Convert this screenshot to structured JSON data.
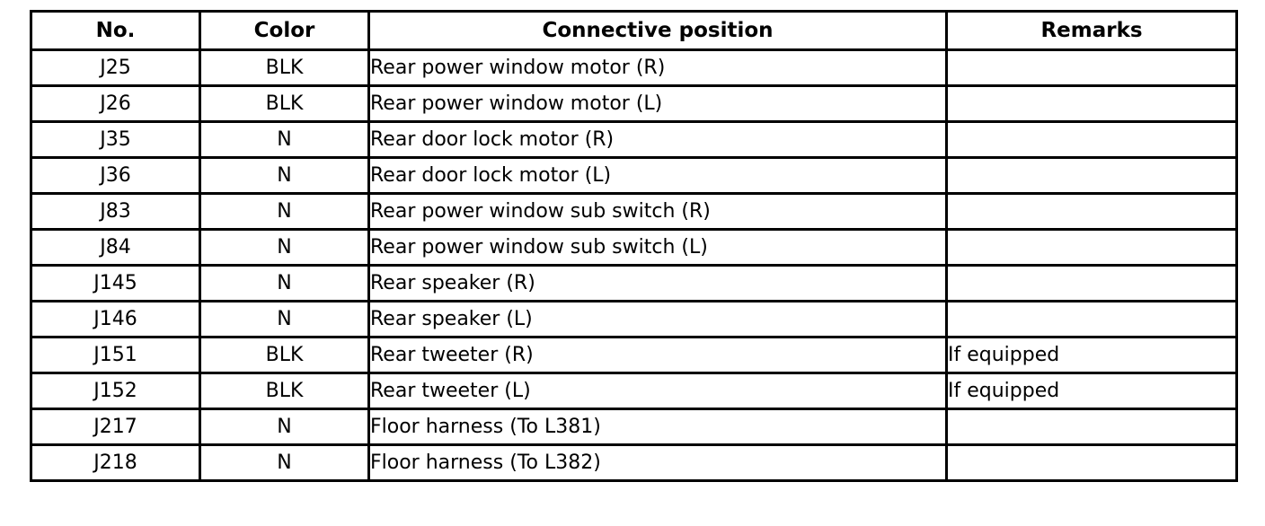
{
  "table": {
    "name": "connector-list",
    "columns": [
      {
        "key": "no",
        "label": "No."
      },
      {
        "key": "color",
        "label": "Color"
      },
      {
        "key": "pos",
        "label": "Connective position"
      },
      {
        "key": "remarks",
        "label": "Remarks"
      }
    ],
    "rows": [
      {
        "no": "J25",
        "color": "BLK",
        "pos": "Rear power window motor (R)",
        "remarks": ""
      },
      {
        "no": "J26",
        "color": "BLK",
        "pos": "Rear power window motor (L)",
        "remarks": ""
      },
      {
        "no": "J35",
        "color": "N",
        "pos": "Rear door lock motor (R)",
        "remarks": ""
      },
      {
        "no": "J36",
        "color": "N",
        "pos": "Rear door lock motor (L)",
        "remarks": ""
      },
      {
        "no": "J83",
        "color": "N",
        "pos": "Rear power window sub switch (R)",
        "remarks": ""
      },
      {
        "no": "J84",
        "color": "N",
        "pos": "Rear power window sub switch (L)",
        "remarks": ""
      },
      {
        "no": "J145",
        "color": "N",
        "pos": "Rear speaker (R)",
        "remarks": ""
      },
      {
        "no": "J146",
        "color": "N",
        "pos": "Rear speaker (L)",
        "remarks": ""
      },
      {
        "no": "J151",
        "color": "BLK",
        "pos": "Rear tweeter (R)",
        "remarks": "If equipped"
      },
      {
        "no": "J152",
        "color": "BLK",
        "pos": "Rear tweeter (L)",
        "remarks": "If equipped"
      },
      {
        "no": "J217",
        "color": "N",
        "pos": "Floor harness (To L381)",
        "remarks": ""
      },
      {
        "no": "J218",
        "color": "N",
        "pos": "Floor harness (To L382)",
        "remarks": ""
      }
    ]
  },
  "colors": {
    "border": "#000000",
    "text": "#000000",
    "background": "#ffffff"
  }
}
